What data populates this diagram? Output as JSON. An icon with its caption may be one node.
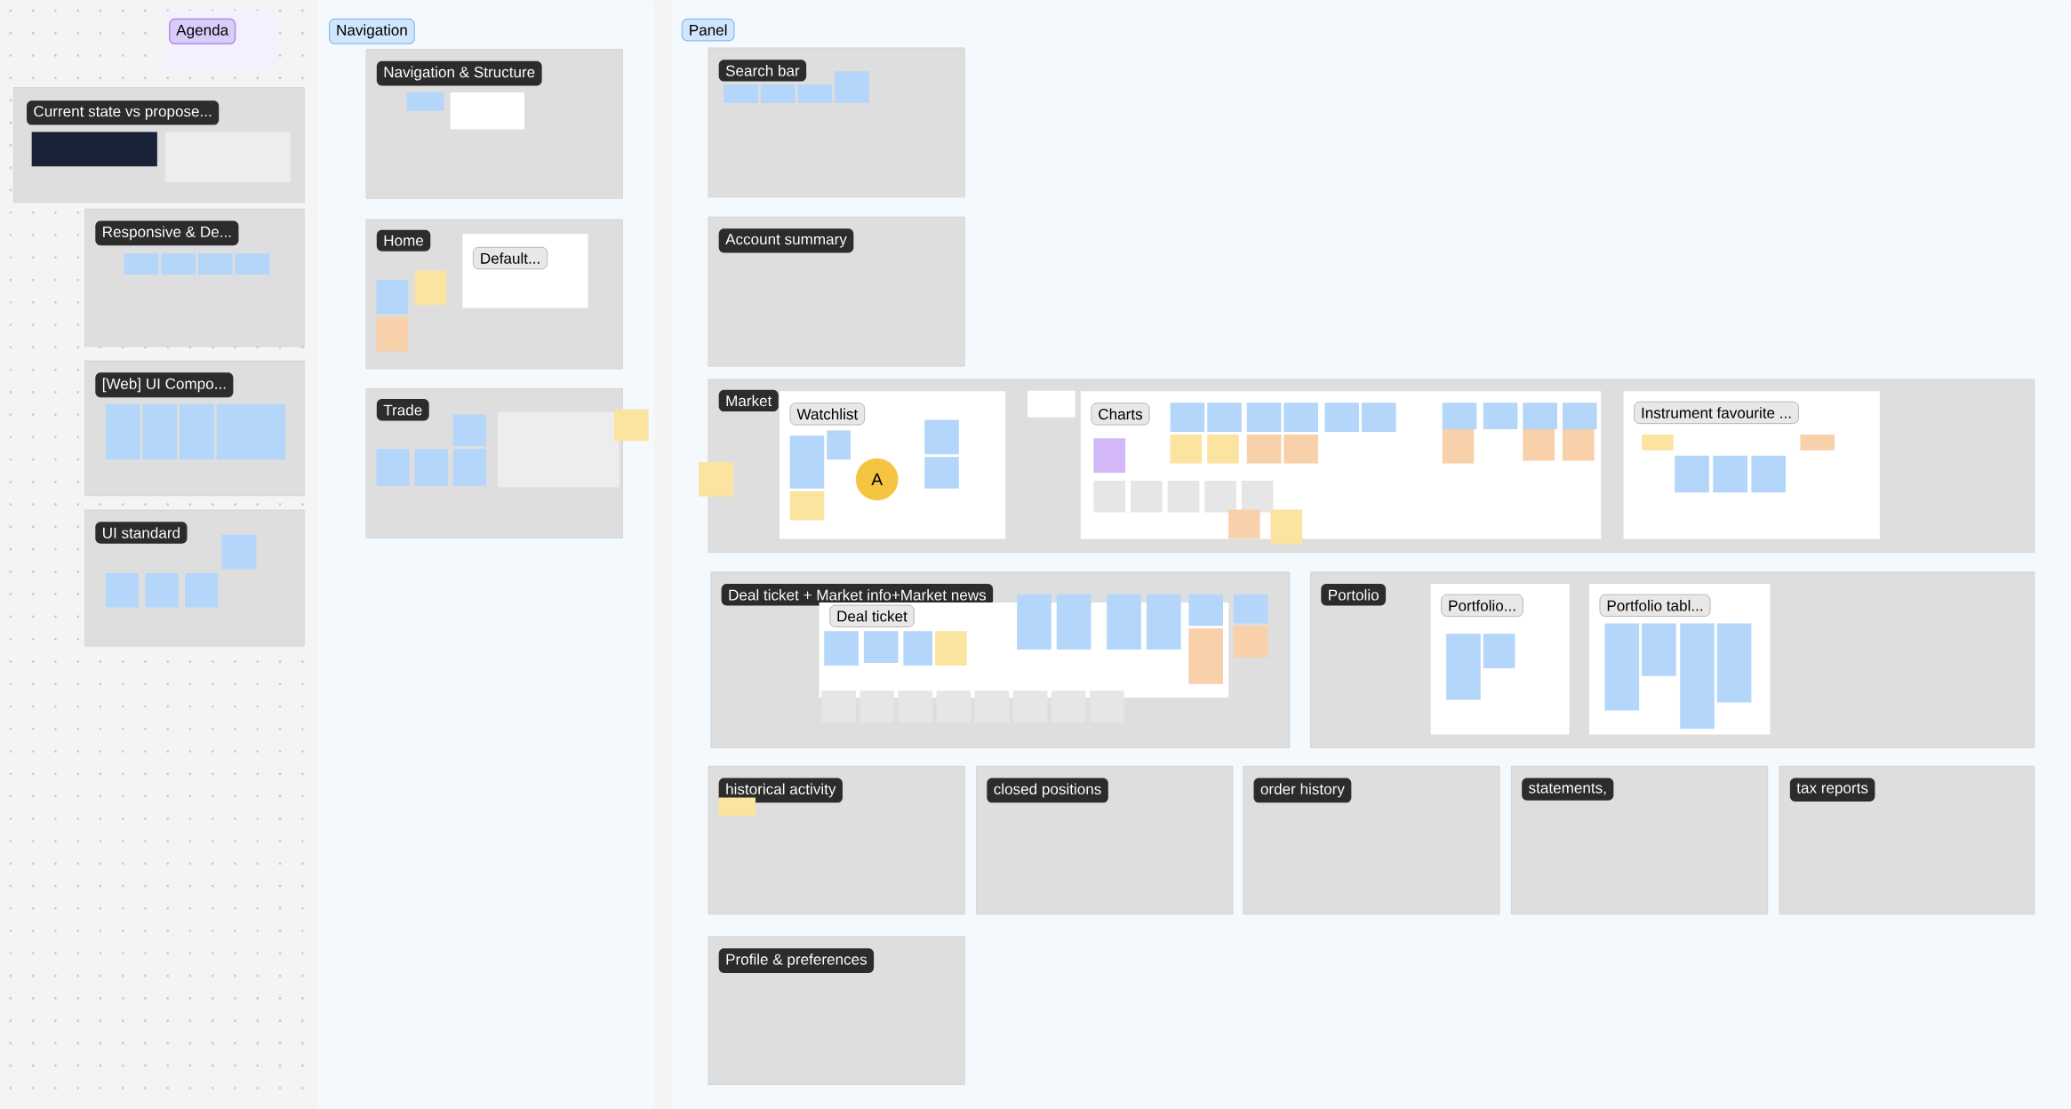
{
  "diagram": {
    "nodes": [
      {
        "text": [
          "Agenda"
        ]
      },
      {
        "text": [
          "Navigation"
        ]
      },
      {
        "text": [
          "Panel"
        ]
      },
      {
        "text": [
          "Current state vs propose..."
        ]
      },
      {
        "text": [
          "Responsive & De..."
        ]
      },
      {
        "text": [
          "[Web] UI Compo..."
        ]
      },
      {
        "text": [
          "UI standard"
        ]
      },
      {
        "text": [
          "Navigation & Structure"
        ],
        "in": 1
      },
      {
        "text": [
          "Home"
        ],
        "in": 1
      },
      {
        "text": [
          "Default..."
        ],
        "in": 8
      },
      {
        "text": [
          "Trade"
        ],
        "in": 1
      },
      {
        "text": [
          "Search bar"
        ],
        "in": 2
      },
      {
        "text": [
          "Account summary"
        ],
        "in": 2
      },
      {
        "text": [
          "Market"
        ],
        "in": 2
      },
      {
        "text": [
          "Watchlist"
        ],
        "in": 13
      },
      {
        "text": [
          "Charts"
        ],
        "in": 13
      },
      {
        "text": [
          "Instrument favourite ..."
        ],
        "in": 13
      },
      {
        "text": [
          "A"
        ],
        "in": 14
      },
      {
        "text": [
          "Deal ticket + Market info+Market news"
        ],
        "in": 2
      },
      {
        "text": [
          "Deal ticket"
        ],
        "in": 18
      },
      {
        "text": [
          "Portolio"
        ],
        "in": 2
      },
      {
        "text": [
          "Portfolio..."
        ],
        "in": 20
      },
      {
        "text": [
          "Portfolio tabl..."
        ],
        "in": 20
      },
      {
        "text": [
          "historical activity"
        ],
        "in": 2
      },
      {
        "text": [
          "closed positions"
        ],
        "in": 2
      },
      {
        "text": [
          "order history"
        ],
        "in": 2
      },
      {
        "text": [
          "statements,"
        ],
        "in": 2
      },
      {
        "text": [
          "tax reports"
        ],
        "in": 2
      },
      {
        "text": [
          "Profile & preferences"
        ],
        "in": 2
      }
    ]
  }
}
